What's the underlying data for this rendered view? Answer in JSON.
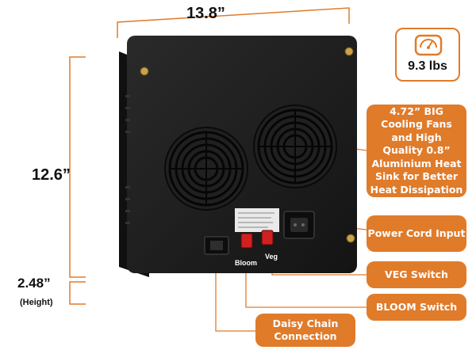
{
  "dimensions": {
    "width": "13.8”",
    "height": "12.6”",
    "depth": "2.48”",
    "depth_sub": "(Height)"
  },
  "weight": {
    "label": "9.3 lbs",
    "icon": "scale-icon"
  },
  "callouts": {
    "cooling": "4.72” BIG Cooling Fans and High Quality 0.8” Aluminium Heat Sink for Better Heat Dissipation",
    "power": "Power Cord Input",
    "veg": "VEG Switch",
    "bloom": "BLOOM Switch",
    "daisy": "Daisy Chain Connection"
  },
  "device": {
    "bloom_label": "Bloom",
    "veg_label": "Veg"
  },
  "colors": {
    "accent": "#e07b2a",
    "device": "#1c1c1c"
  }
}
